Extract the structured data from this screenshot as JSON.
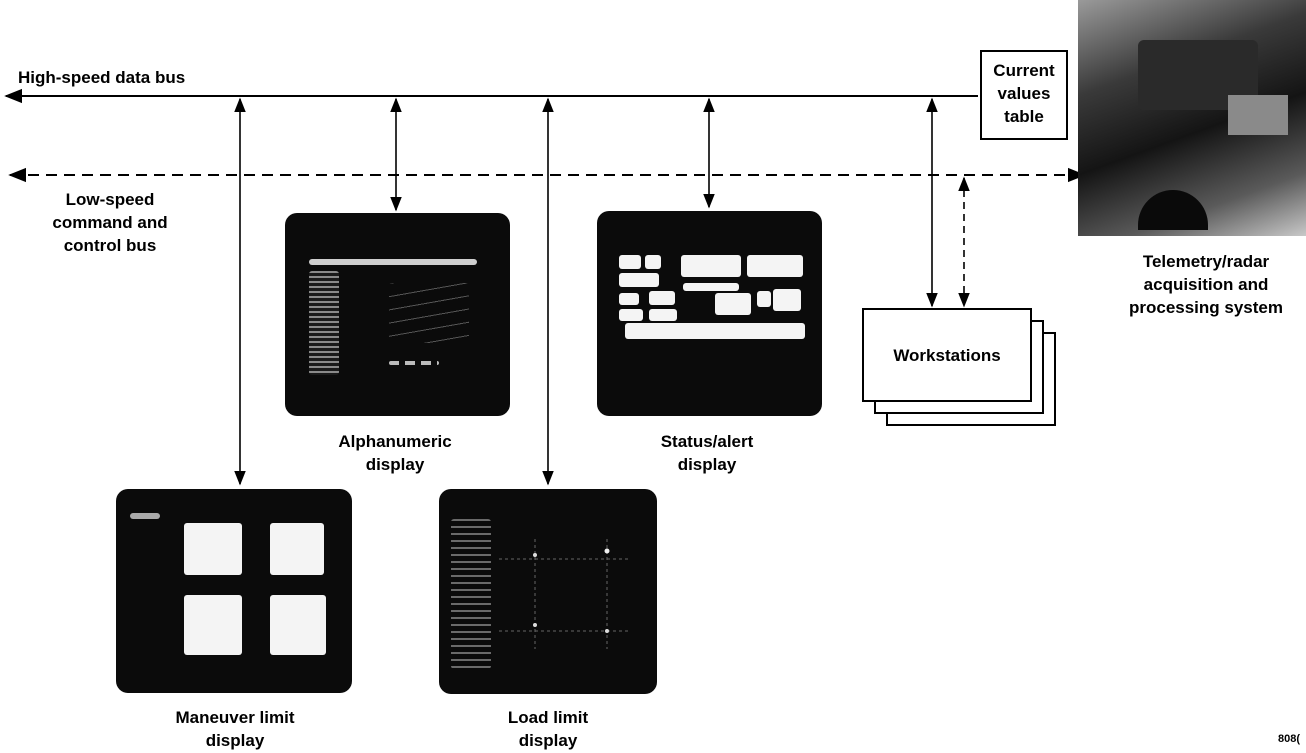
{
  "buses": {
    "high_speed": "High-speed data bus",
    "low_speed": "Low-speed\ncommand and\ncontrol bus"
  },
  "nodes": {
    "current_values": "Current\nvalues\ntable",
    "telemetry": "Telemetry/radar\nacquisition and\nprocessing system",
    "workstations": "Workstations",
    "alphanumeric": "Alphanumeric\ndisplay",
    "status_alert": "Status/alert\ndisplay",
    "maneuver": "Maneuver limit\ndisplay",
    "load": "Load limit\ndisplay"
  },
  "figure_id": "808("
}
